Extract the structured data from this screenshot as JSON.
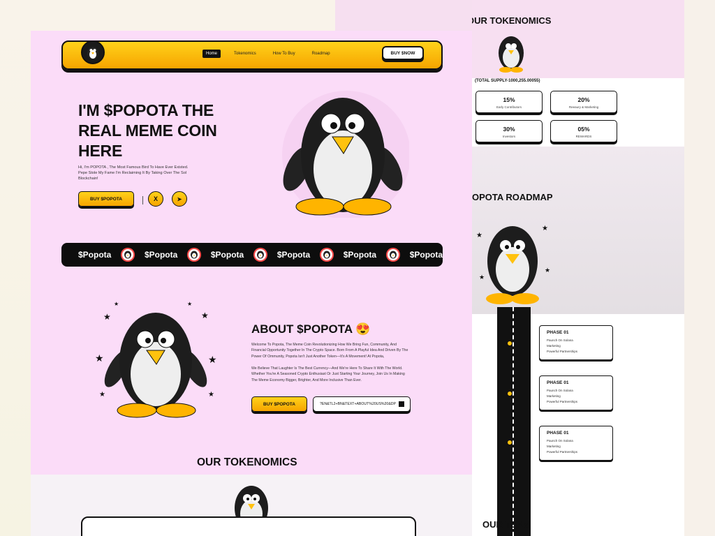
{
  "colors": {
    "accent": "#ffc20e",
    "bg_pink": "#fbdcf8",
    "dark": "#111111"
  },
  "nav": {
    "links": [
      {
        "label": "Home"
      },
      {
        "label": "Tokenomics"
      },
      {
        "label": "How To Buy"
      },
      {
        "label": "Roadmap"
      }
    ],
    "cta": "BUY $NOW"
  },
  "hero": {
    "title": "I'M $POPOTA THE REAL MEME COIN HERE",
    "desc": "Hi, I'm POPOTA , The Most Famous Bird To Have Ever Existed. Pepe  Stole My Fame I'm Reclaiming It By Taking Over The Sol Blockchain!",
    "buy": "BUY $POPOTA",
    "social": [
      {
        "icon": "x-icon",
        "glyph": "X"
      },
      {
        "icon": "telegram-icon",
        "glyph": "➤"
      }
    ]
  },
  "marquee": {
    "items": [
      "$Popota",
      "$Popota",
      "$Popota",
      "$Popota",
      "$Popota",
      "$Popota"
    ]
  },
  "about": {
    "title": "ABOUT $POPOTA",
    "emoji": "😍",
    "p1": "Welcome To Popota, The Meme Coin Revolutionizing How We Bring Fun, Community, And Financial Opportunity Together In The Crypto Space. Born From A Playful Idea And Driven By The Power Of Ommunity, Popota Isn't Just Another Token—It's A Movement! At Popota,",
    "p2": "We Believe That Laughter Is The Best Currency—And We're Here To Share It With The World. Whether  You're A Seasoned Crypto  Enthusiast Or Just Starting Your Journey, Join Us In Making The Meme Economy Bigger, Brighter, And More Inclusive Than Ever.",
    "buy": "BUY $POPOTA",
    "address": "?EN&TL2+BN&TEXT+ABOUT%20US%20&DP"
  },
  "tokenomics": {
    "title": "OUR TOKENOMICS",
    "supply": "(TOTAL SUPPLY-1000,255.00055)",
    "stats": [
      {
        "value": "15%",
        "label": "Early Contributors"
      },
      {
        "value": "20%",
        "label": "Reeaury & Marketing"
      },
      {
        "value": "30%",
        "label": "Investors"
      },
      {
        "value": "05%",
        "label": "REWARDS"
      }
    ]
  },
  "roadmap": {
    "title": "OPOTA  ROADMAP",
    "phases": [
      {
        "title": "PHASE 01",
        "items": [
          "Paunch On Solana",
          "Marketing",
          "Powerful Partnerships"
        ]
      },
      {
        "title": "PHASE 01",
        "items": [
          "Paunch On Solana",
          "Marketing",
          "Powerful Partnerships"
        ]
      },
      {
        "title": "PHASE 01",
        "items": [
          "Paunch On Solana",
          "Marketing",
          "Powerful Partnerships"
        ]
      }
    ]
  },
  "team": {
    "title": "OUR TEAM"
  }
}
